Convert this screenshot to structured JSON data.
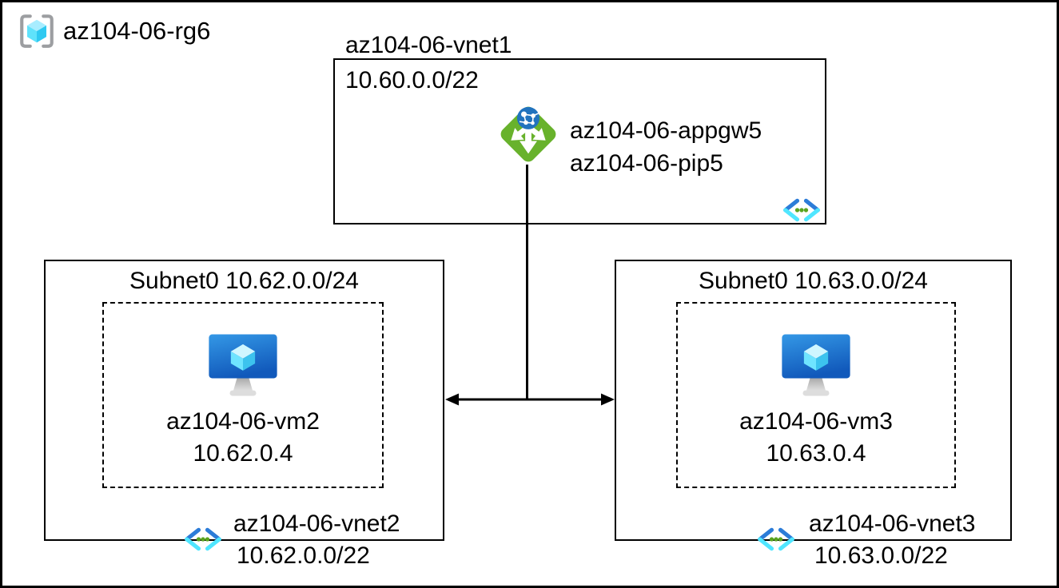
{
  "resource_group": {
    "name": "az104-06-rg6",
    "icon": "azure-resource-group-icon"
  },
  "vnet1": {
    "name": "az104-06-vnet1",
    "address_space": "10.60.0.0/22",
    "app_gateway_name": "az104-06-appgw5",
    "public_ip_name": "az104-06-pip5",
    "gateway_icon": "azure-application-gateway-icon",
    "corner_icon": "azure-virtual-network-icon"
  },
  "vnet2": {
    "subnet_label": "Subnet0 10.62.0.0/24",
    "vm_name": "az104-06-vm2",
    "vm_ip": "10.62.0.4",
    "name": "az104-06-vnet2",
    "address_space": "10.62.0.0/22",
    "vm_icon": "azure-virtual-machine-icon",
    "vnet_icon": "azure-virtual-network-icon"
  },
  "vnet3": {
    "subnet_label": "Subnet0 10.63.0.0/24",
    "vm_name": "az104-06-vm3",
    "vm_ip": "10.63.0.4",
    "name": "az104-06-vnet3",
    "address_space": "10.63.0.0/22",
    "vm_icon": "azure-virtual-machine-icon",
    "vnet_icon": "azure-virtual-network-icon"
  },
  "connections": [
    {
      "type": "line",
      "from": "az104-06-appgw5",
      "to": "peering-arrow"
    },
    {
      "type": "double-arrow",
      "between": [
        "az104-06-vnet2",
        "az104-06-vnet3"
      ]
    }
  ],
  "colors": {
    "line_black": "#000000",
    "appgw_green": "#68B22C",
    "globe_blue": "#2173BE",
    "vm_blue_top": "#3498E6",
    "vm_blue_bottom": "#1159BB",
    "cube_light": "#A8EDFF",
    "cube_mid": "#5FE2FB",
    "cube_dark": "#2FC9F1",
    "bracket_gray": "#9C9EA1",
    "chevron_dark_blue": "#2C7CD8",
    "chevron_cyan": "#50E6FF",
    "dot_green": "#5AA41F",
    "stand_gray": "#C0C0C0"
  }
}
